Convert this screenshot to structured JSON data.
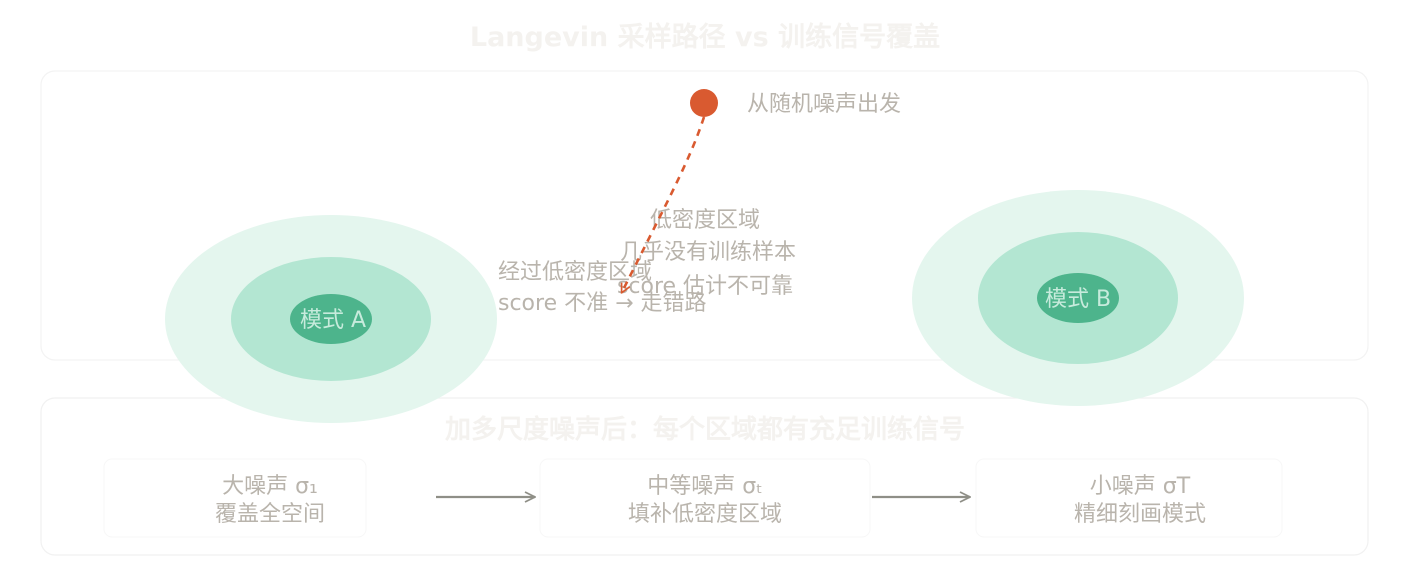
{
  "title": "Langevin 采样路径 vs 训练信号覆盖",
  "top_panel": {
    "start_label": "从随机噪声出发",
    "mode_a_label": "模式 A",
    "mode_b_label": "模式 B",
    "low_density_lines": [
      "低密度区域",
      "几乎没有训练样本",
      "score 估计不可靠"
    ],
    "wrong_path_lines": [
      "经过低密度区域",
      "score 不准 → 走错路"
    ]
  },
  "bottom_panel": {
    "heading": "加多尺度噪声后：每个区域都有充足训练信号",
    "steps": [
      {
        "line1": "大噪声 σ₁",
        "line2": "覆盖全空间"
      },
      {
        "line1": "中等噪声 σₜ",
        "line2": "填补低密度区域"
      },
      {
        "line1": "小噪声 σT",
        "line2": "精细刻画模式"
      }
    ]
  },
  "colors": {
    "accent_orange": "#d95a30",
    "mode_outer": "#e4f6ee",
    "mode_mid": "#b3e6d2",
    "mode_core": "#4db48c",
    "text_gray": "#b9b4ac",
    "title_faint": "#f4f2ef",
    "arrow_gray": "#8f8f87",
    "panel_border": "#f1f1f1"
  }
}
